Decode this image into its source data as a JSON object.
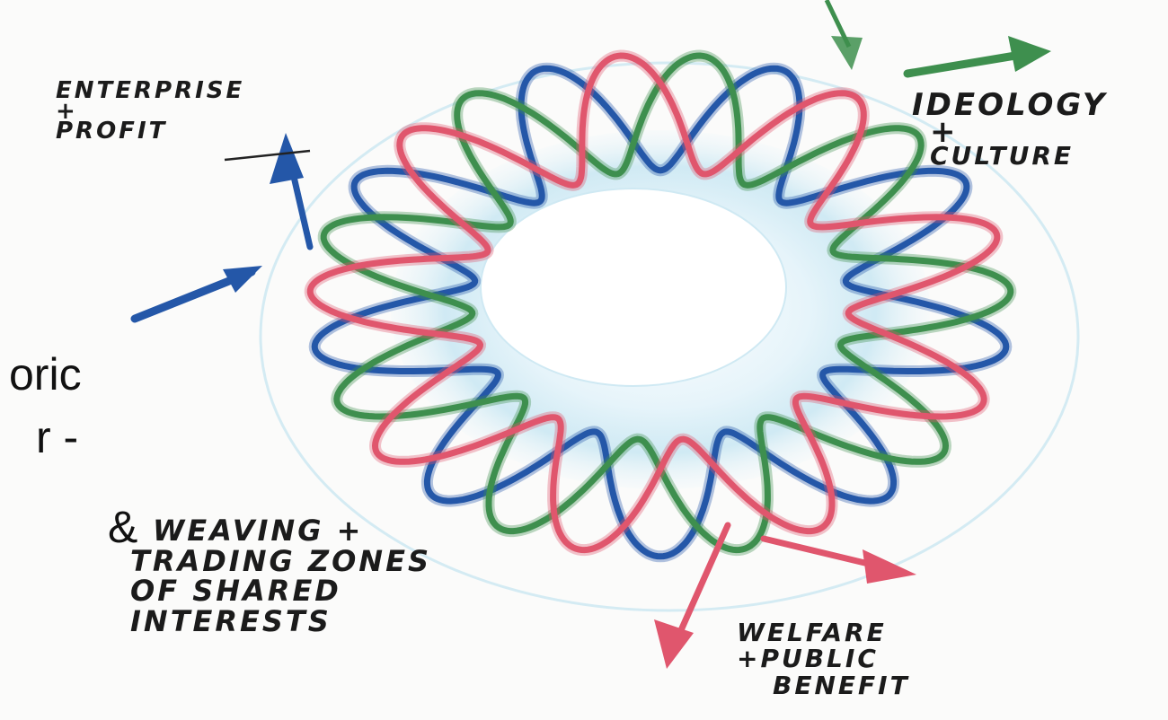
{
  "diagram": {
    "slide_fragments": [
      "oric",
      "r -",
      "&"
    ],
    "labels": {
      "enterprise": [
        "ENTERPRISE",
        "+",
        "PROFIT"
      ],
      "ideology": [
        "IDEOLOGY",
        "+",
        "CULTURE"
      ],
      "weaving": [
        "WEAVING +",
        "TRADING ZONES",
        "OF SHARED",
        "INTERESTS"
      ],
      "welfare": [
        "WELFARE",
        "+PUBLIC",
        "BENEFIT"
      ]
    },
    "colors": {
      "blue_strand": "#2457a8",
      "green_strand": "#3e8f4e",
      "red_strand": "#e0566d",
      "halo": "#bfe3f0",
      "ink": "#1b1b1b"
    }
  }
}
